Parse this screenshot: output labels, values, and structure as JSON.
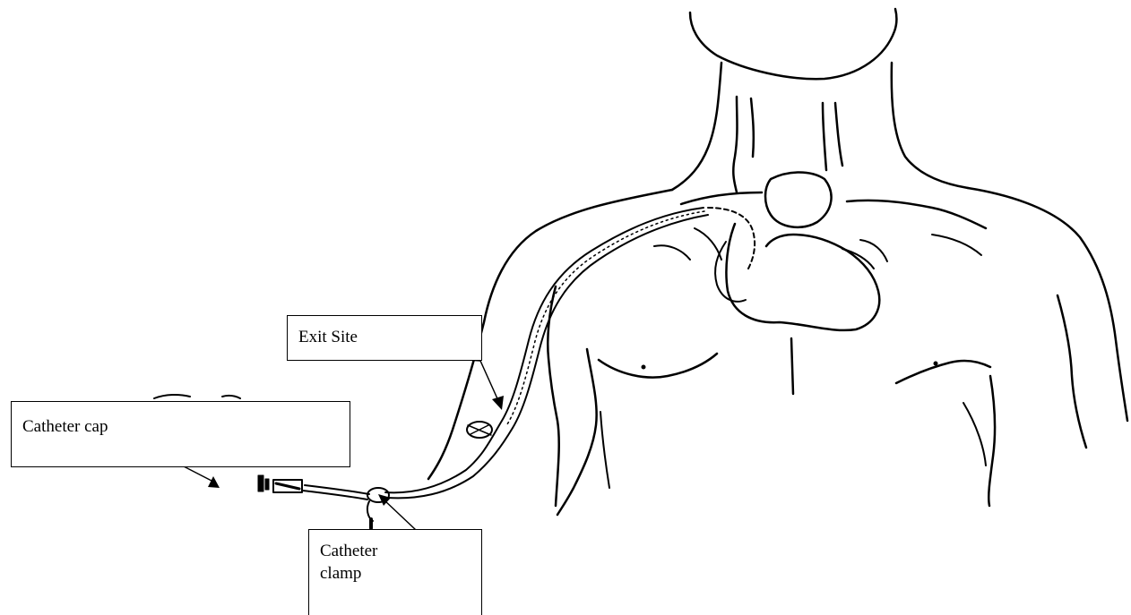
{
  "labels": {
    "exit_site": "Exit Site",
    "catheter_cap": "Catheter cap",
    "catheter_clamp": "Catheter\nclamp"
  },
  "colors": {
    "line": "#000000",
    "background": "#ffffff"
  }
}
